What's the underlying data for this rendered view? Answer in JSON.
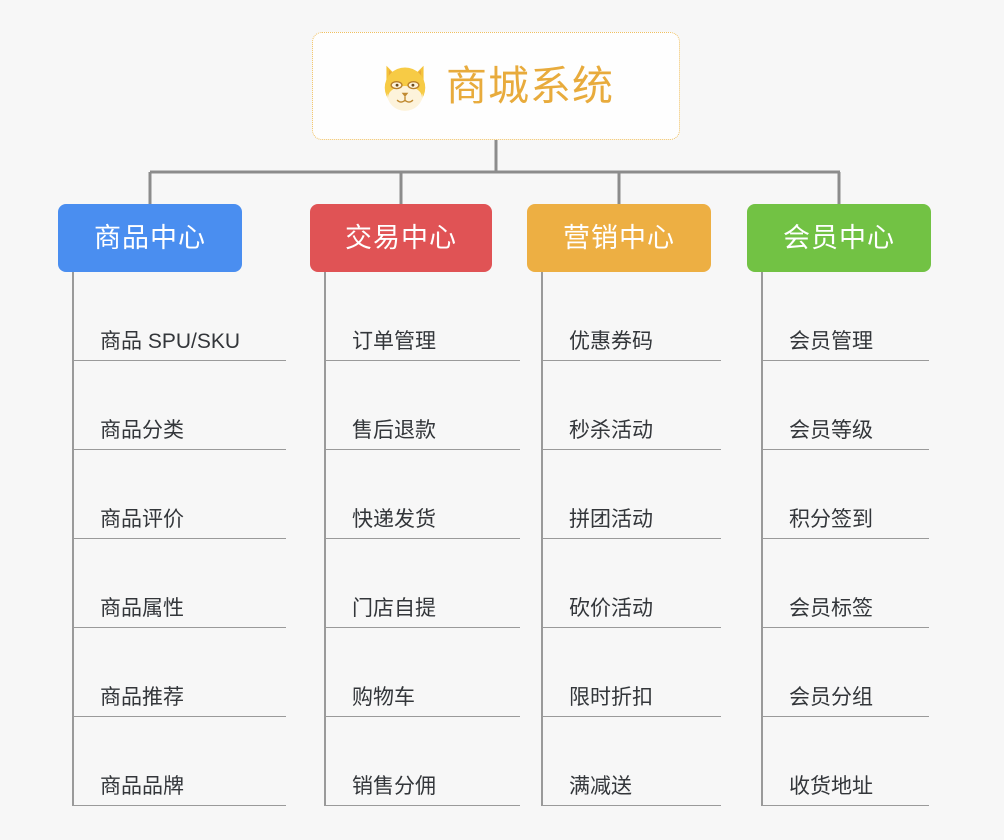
{
  "root": {
    "title": "商城系统",
    "icon": "shiba-dog-face-icon",
    "border_color": "#f0c060",
    "title_color": "#e8ab3c",
    "background": "#fefefe"
  },
  "canvas": {
    "background": "#f7f7f7",
    "connector_color": "#8c8c8c",
    "leaf_line_color": "#9a9a9a"
  },
  "branches": [
    {
      "label": "商品中心",
      "color": "#4a8ef0",
      "items": [
        "商品 SPU/SKU",
        "商品分类",
        "商品评价",
        "商品属性",
        "商品推荐",
        "商品品牌"
      ]
    },
    {
      "label": "交易中心",
      "color": "#e05355",
      "items": [
        "订单管理",
        "售后退款",
        "快递发货",
        "门店自提",
        "购物车",
        "销售分佣"
      ]
    },
    {
      "label": "营销中心",
      "color": "#edaf43",
      "items": [
        "优惠券码",
        "秒杀活动",
        "拼团活动",
        "砍价活动",
        "限时折扣",
        "满减送"
      ]
    },
    {
      "label": "会员中心",
      "color": "#72c244",
      "items": [
        "会员管理",
        "会员等级",
        "积分签到",
        "会员标签",
        "会员分组",
        "收货地址"
      ]
    }
  ]
}
